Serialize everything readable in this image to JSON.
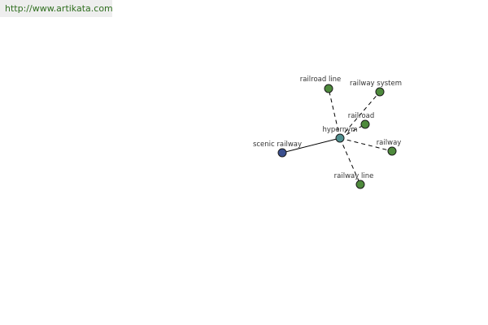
{
  "header": {
    "url": "http://www.artikata.com"
  },
  "colors": {
    "center_node": "#4f8f8f",
    "hypernym_nodes": "#4e8a3c",
    "source_node": "#3a4f8f",
    "banner_text": "#2f6e1f"
  },
  "graph": {
    "center": {
      "id": "hypernym",
      "label": "hypernym"
    },
    "source": {
      "id": "scenic-railway",
      "label": "scenic railway"
    },
    "related": [
      {
        "id": "railroad-line",
        "label": "railroad line"
      },
      {
        "id": "railway-system",
        "label": "railway system"
      },
      {
        "id": "railroad",
        "label": "railroad"
      },
      {
        "id": "railway",
        "label": "railway"
      },
      {
        "id": "railway-line",
        "label": "railway line"
      }
    ]
  }
}
